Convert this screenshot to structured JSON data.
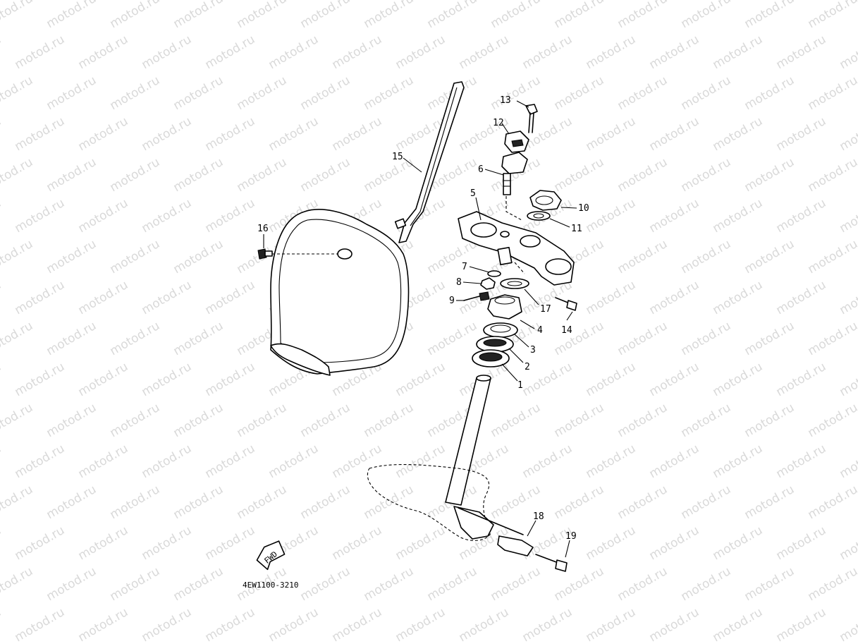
{
  "watermark": {
    "text": "motod.ru",
    "color": "#d9d9d9"
  },
  "callouts": [
    "1",
    "2",
    "3",
    "4",
    "5",
    "6",
    "7",
    "8",
    "9",
    "10",
    "11",
    "12",
    "13",
    "14",
    "15",
    "16",
    "17",
    "18",
    "19"
  ],
  "fwd_label": "FWD",
  "diagram_code": "4EW1100-3210"
}
